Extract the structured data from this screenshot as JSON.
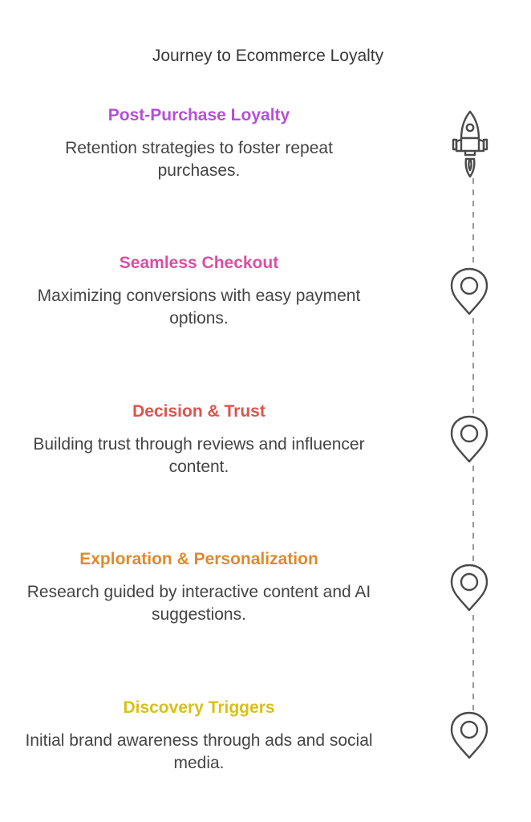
{
  "title": "Journey to Ecommerce Loyalty",
  "stages": [
    {
      "title": "Post-Purchase Loyalty",
      "description": "Retention strategies to foster repeat purchases.",
      "color": "#b44fd8",
      "icon": "rocket-icon"
    },
    {
      "title": "Seamless Checkout",
      "description": "Maximizing conversions with easy payment options.",
      "color": "#d94fa6",
      "icon": "location-pin-icon"
    },
    {
      "title": "Decision & Trust",
      "description": "Building trust through reviews and influencer content.",
      "color": "#de534c",
      "icon": "location-pin-icon"
    },
    {
      "title": "Exploration & Personalization",
      "description": "Research guided by interactive content and AI suggestions.",
      "color": "#de8a2f",
      "icon": "location-pin-icon"
    },
    {
      "title": "Discovery Triggers",
      "description": "Initial brand awareness through ads and social media.",
      "color": "#d9c019",
      "icon": "location-pin-icon"
    }
  ],
  "line_color": "#9a9a9a",
  "icon_color": "#4a4a4a"
}
